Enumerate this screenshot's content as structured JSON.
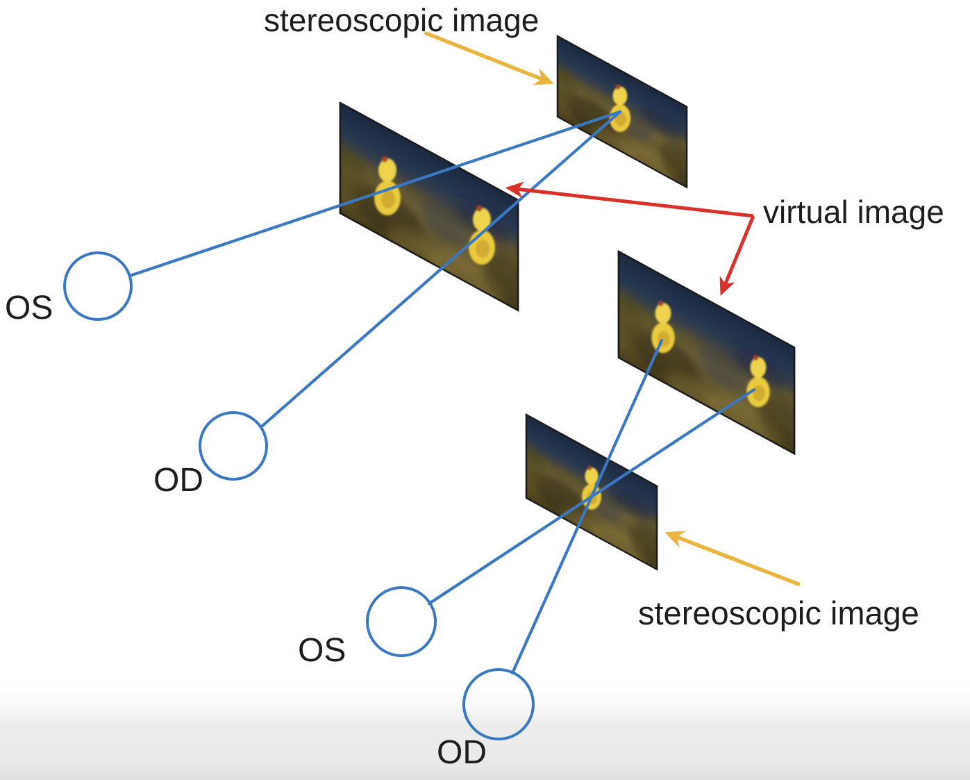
{
  "labels": {
    "stereoscopic_top": "stereoscopic image",
    "virtual_image": "virtual image",
    "stereoscopic_bottom": "stereoscopic image",
    "eye_os_upper": "OS",
    "eye_od_upper": "OD",
    "eye_os_lower": "OS",
    "eye_od_lower": "OD"
  },
  "colors": {
    "sight_line_blue": "#3a78c2",
    "arrow_red": "#d93129",
    "arrow_yellow": "#eab440",
    "label_text": "#1d1d1d",
    "panel_sky_navy": "#243450",
    "panel_ground_olive": "#6b5f33",
    "duck_yellow": "#e9cb3c",
    "panel_border": "#1b1b1b"
  },
  "panels": [
    {
      "role": "stereoscopic image",
      "position": "top-center",
      "ducks": 1
    },
    {
      "role": "virtual image",
      "position": "upper-left",
      "ducks": 2
    },
    {
      "role": "virtual image",
      "position": "middle-right",
      "ducks": 2
    },
    {
      "role": "stereoscopic image",
      "position": "bottom-center",
      "ducks": 1
    }
  ],
  "eyes": [
    {
      "label": "OS",
      "position": "upper-left"
    },
    {
      "label": "OD",
      "position": "middle-left"
    },
    {
      "label": "OS",
      "position": "lower-center"
    },
    {
      "label": "OD",
      "position": "bottom-center"
    }
  ],
  "arrows": [
    {
      "color": "yellow",
      "from": "stereoscopic image (top label)",
      "to": "top panel"
    },
    {
      "color": "red",
      "from": "virtual image label",
      "to": "upper-left panel"
    },
    {
      "color": "red",
      "from": "virtual image label",
      "to": "middle-right panel"
    },
    {
      "color": "yellow",
      "from": "stereoscopic image (bottom label)",
      "to": "bottom panel"
    }
  ]
}
